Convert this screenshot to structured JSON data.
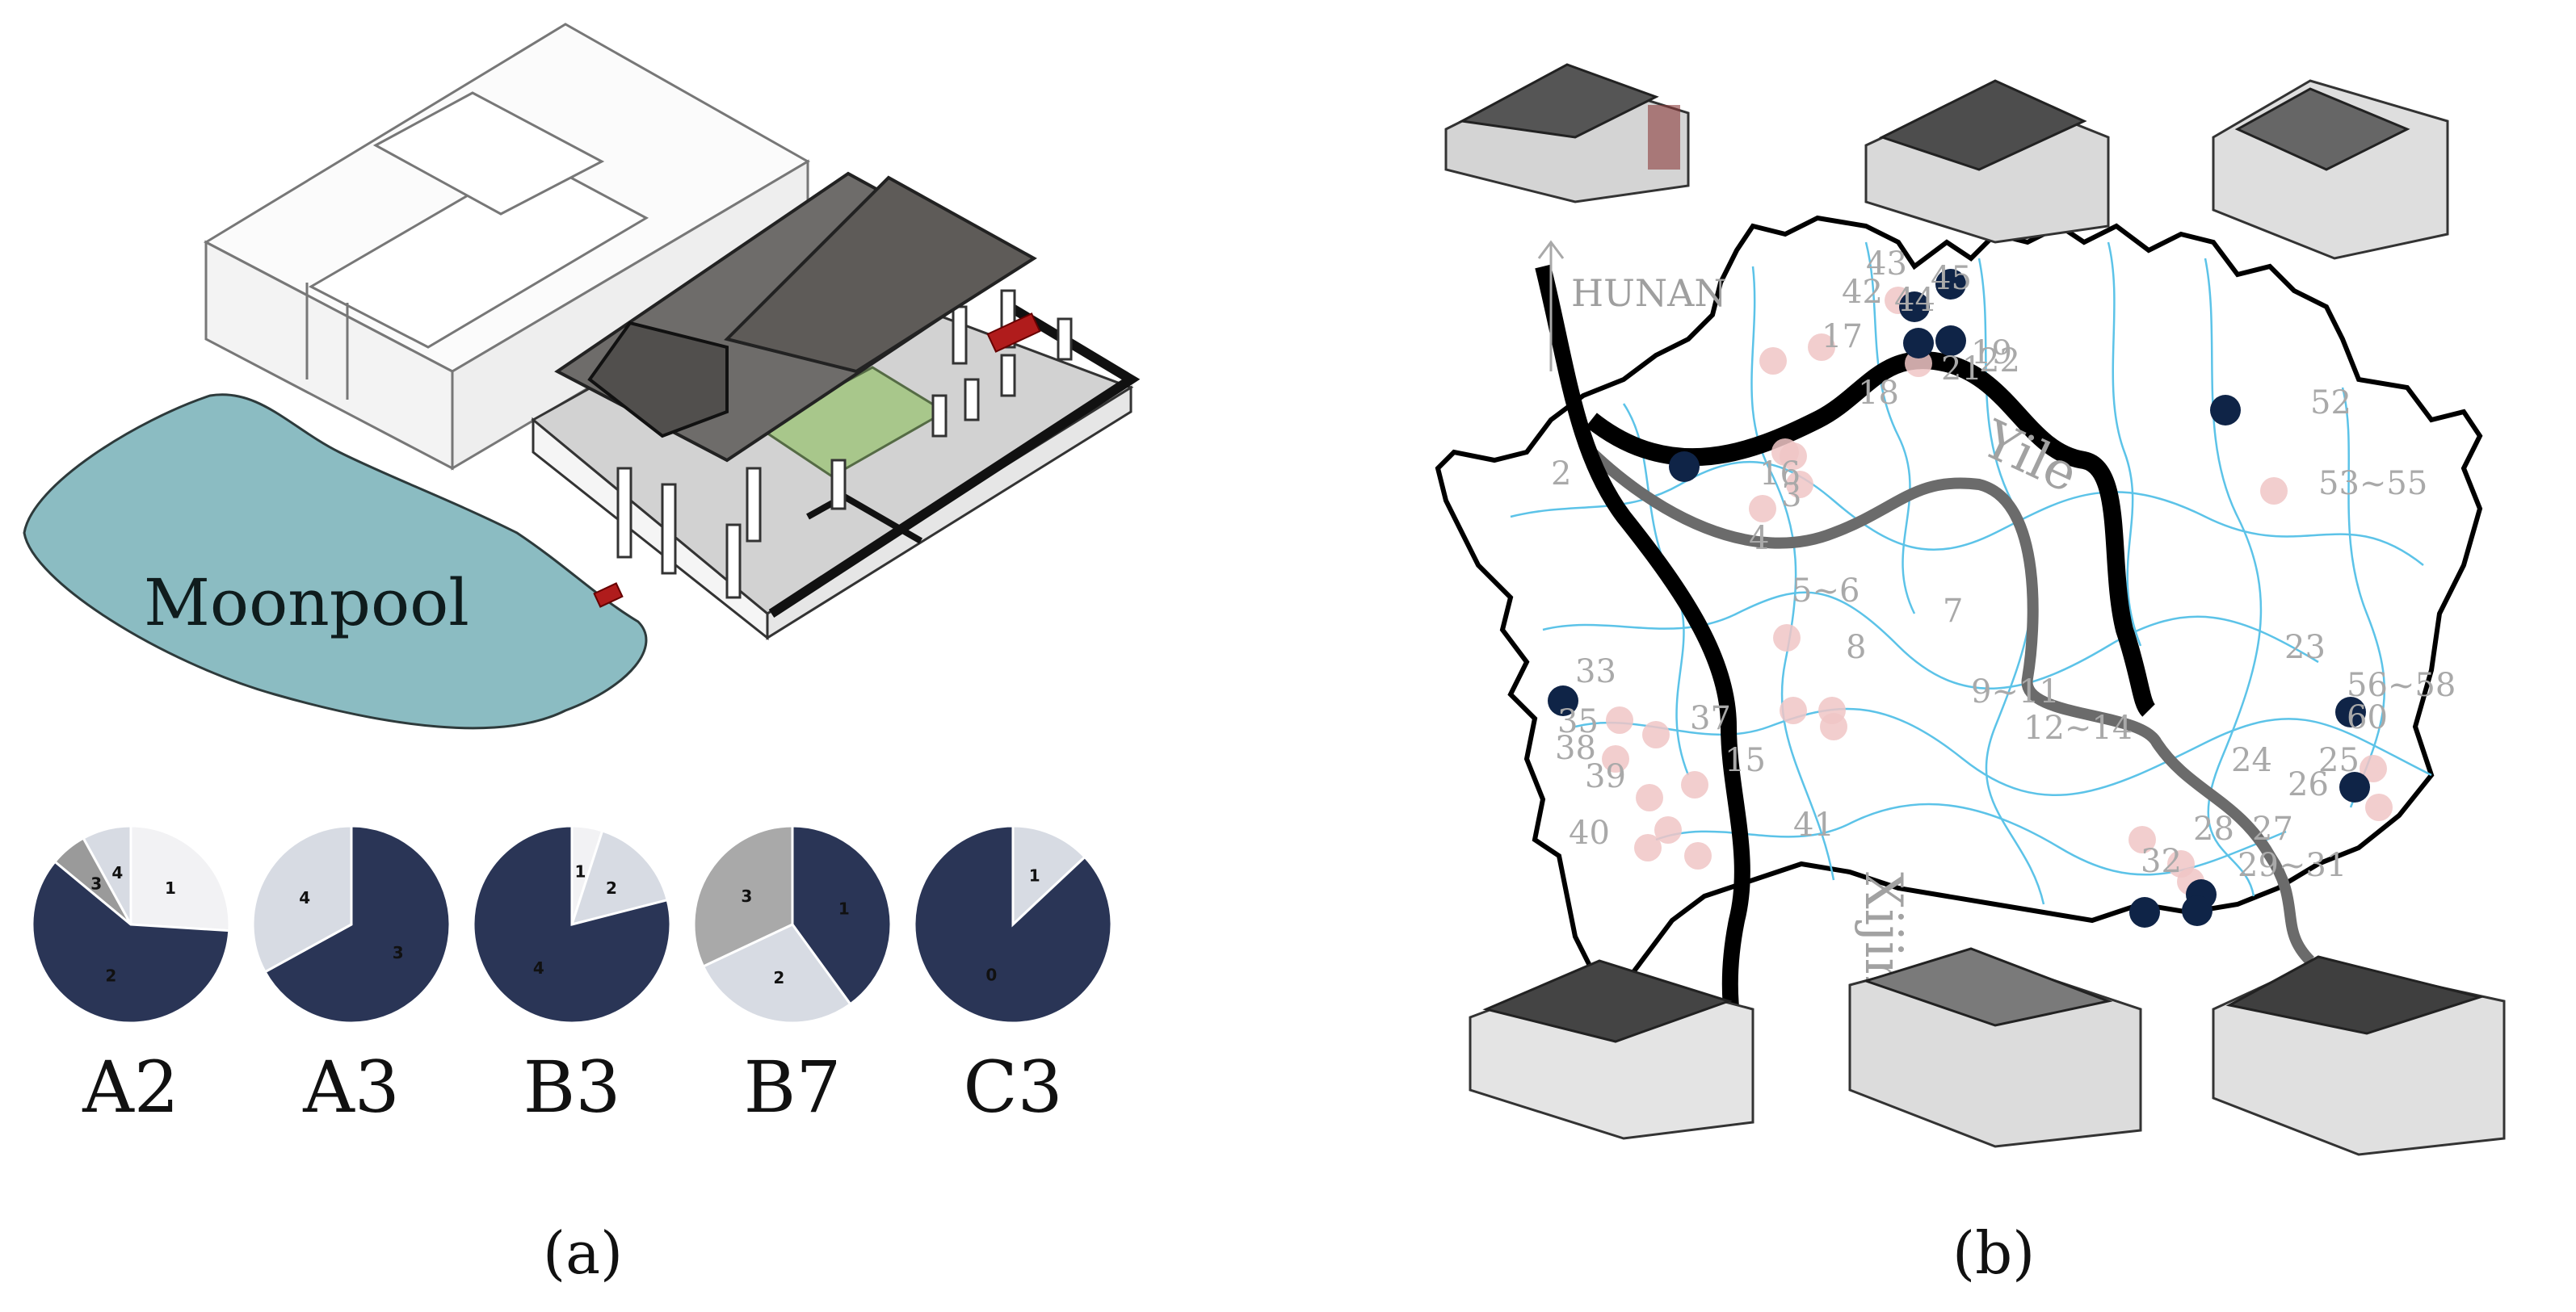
{
  "panel_a": {
    "caption": "(a)",
    "pool_label": "Moonpool",
    "pies": [
      {
        "label": "A2",
        "slices": [
          {
            "name": "1",
            "value": 0.26,
            "color": "#f2f2f4"
          },
          {
            "name": "2",
            "value": 0.6,
            "color": "#2a3556"
          },
          {
            "name": "3",
            "value": 0.06,
            "color": "#9a9a9a"
          },
          {
            "name": "4",
            "value": 0.08,
            "color": "#d7dbe3"
          }
        ]
      },
      {
        "label": "A3",
        "slices": [
          {
            "name": "3",
            "value": 0.67,
            "color": "#2a3556"
          },
          {
            "name": "4",
            "value": 0.33,
            "color": "#d7dbe3"
          }
        ]
      },
      {
        "label": "B3",
        "slices": [
          {
            "name": "1",
            "value": 0.05,
            "color": "#f2f2f4"
          },
          {
            "name": "2",
            "value": 0.16,
            "color": "#d7dbe3"
          },
          {
            "name": "4",
            "value": 0.79,
            "color": "#2a3556"
          }
        ]
      },
      {
        "label": "B7",
        "slices": [
          {
            "name": "1",
            "value": 0.4,
            "color": "#2a3556"
          },
          {
            "name": "2",
            "value": 0.28,
            "color": "#d7dbe3"
          },
          {
            "name": "3",
            "value": 0.32,
            "color": "#a9a9a9"
          }
        ]
      },
      {
        "label": "C3",
        "slices": [
          {
            "name": "1",
            "value": 0.13,
            "color": "#d7dbe3"
          },
          {
            "name": "0",
            "value": 0.87,
            "color": "#2a3556"
          }
        ]
      }
    ]
  },
  "panel_b": {
    "caption": "(b)",
    "direction_label": "HUNAN",
    "rivers": [
      {
        "name": "Yile"
      },
      {
        "name": "Xijing"
      }
    ],
    "site_labels": [
      "43",
      "45",
      "44",
      "42",
      "17",
      "19",
      "22",
      "21",
      "18",
      "2",
      "16",
      "3",
      "4",
      "5~6",
      "7",
      "8",
      "9~11",
      "12~14",
      "33",
      "35",
      "37",
      "38",
      "39",
      "15",
      "40",
      "41",
      "52",
      "53~55",
      "23",
      "56~58",
      "60",
      "25",
      "24",
      "26",
      "27",
      "28",
      "32",
      "29~31"
    ],
    "colors": {
      "dark_site": "#0f2447",
      "light_site": "#f0c6c6",
      "river": "#5cc3e8",
      "boundary": "#000000"
    }
  }
}
